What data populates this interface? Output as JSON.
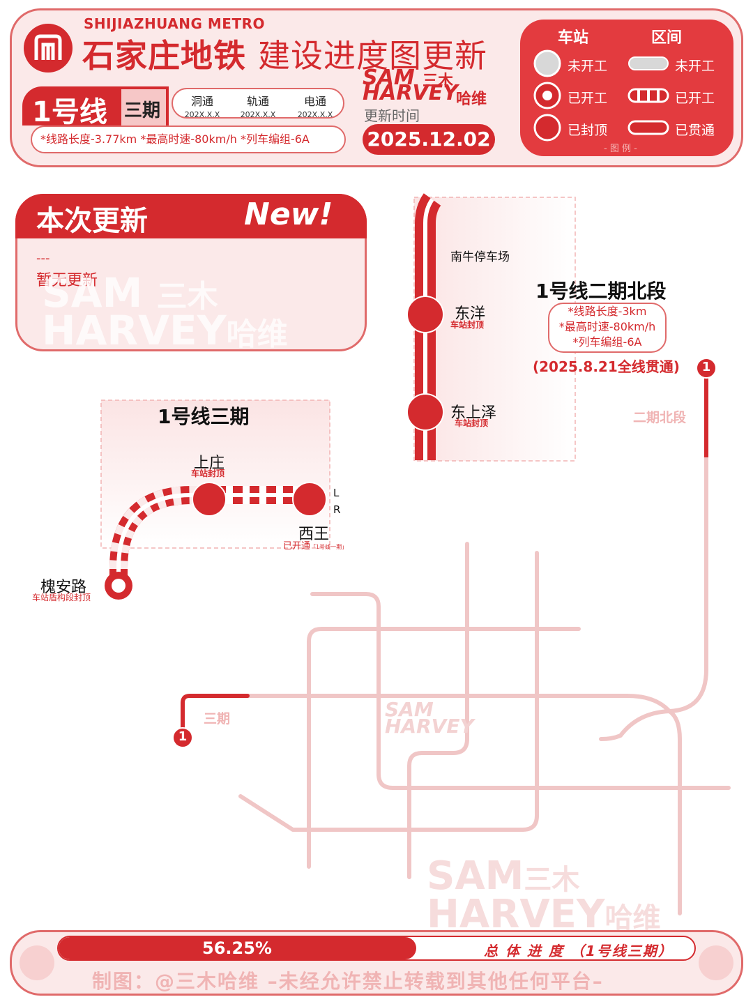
{
  "header": {
    "en_title": "SHIJIAZHUANG METRO",
    "cn_title": "石家庄地铁",
    "cn_subtitle": "建设进度图更新",
    "line_name": "1号线",
    "phase": "三期",
    "milestones": [
      {
        "label": "洞通",
        "date": "202X.X.X"
      },
      {
        "label": "轨通",
        "date": "202X.X.X"
      },
      {
        "label": "电通",
        "date": "202X.X.X"
      }
    ],
    "stats": "*线路长度-3.77km *最高时速-80km/h *列车编组-6A",
    "update_label": "更新时间",
    "update_date": "2025.12.02"
  },
  "brand": {
    "line1": "SAM",
    "line1_cn": "三木",
    "line2": "HARVEY",
    "line2_cn": "哈维"
  },
  "legend": {
    "station_header": "车站",
    "section_header": "区间",
    "station_items": [
      "未开工",
      "已开工",
      "已封顶"
    ],
    "section_items": [
      "未开工",
      "已开工",
      "已贯通"
    ],
    "footer": "- 图 例 -"
  },
  "update_box": {
    "title": "本次更新",
    "badge": "New!",
    "dash": "---",
    "text": "暂无更新"
  },
  "phase3": {
    "title": "1号线三期",
    "stations": [
      {
        "name": "上庄",
        "status": "车站封顶"
      },
      {
        "name": "西王",
        "status": "已开通",
        "note": "「1号线一期」"
      },
      {
        "name": "槐安路",
        "status": "车站盾构段封顶"
      }
    ],
    "direction_labels": [
      "L",
      "R"
    ]
  },
  "north2": {
    "depot": "南牛停车场",
    "stations": [
      {
        "name": "东洋",
        "status": "车站封顶"
      },
      {
        "name": "东上泽",
        "status": "车站封顶"
      }
    ],
    "title": "1号线二期北段",
    "info": [
      "*线路长度-3km",
      "*最高时速-80km/h",
      "*列车编组-6A"
    ],
    "date": "(2025.8.21全线贯通)"
  },
  "network_map": {
    "label_north": "二期北段",
    "label_phase3": "三期",
    "line_number": "1"
  },
  "progress": {
    "percent_text": "56.25%",
    "fraction": 0.5625,
    "label": "总 体 进 度 （1号线三期）"
  },
  "credit": "制图：@三木哈维   –未经允许禁止转载到其他任何平台–",
  "colors": {
    "primary": "#d42a2e",
    "light": "#fbe9e9",
    "faint": "#f0b4b4",
    "border": "#e06a6a"
  }
}
